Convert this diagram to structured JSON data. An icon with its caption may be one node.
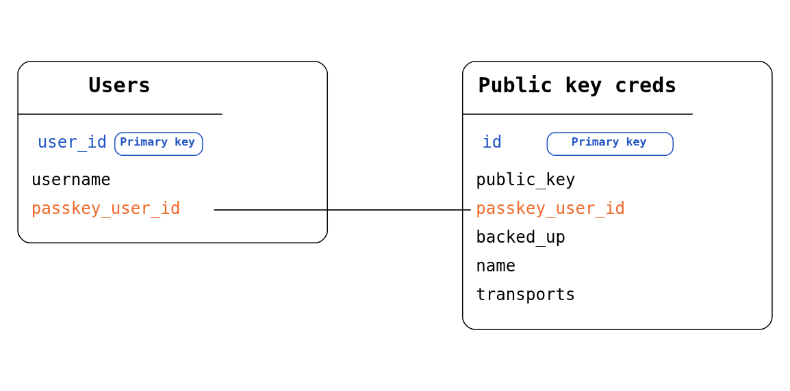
{
  "diagram": {
    "nodes": [
      {
        "text": [
          "Users",
          "user_id",
          "Primary key",
          "username",
          "passkey_user_id"
        ]
      },
      {
        "text": [
          "Public key creds",
          "id",
          "Primary key",
          "public_key",
          "passkey_user_id",
          "backed_up",
          "name",
          "transports"
        ]
      }
    ],
    "edges": [
      {
        "from": 0,
        "to": 1,
        "arrow": "none"
      }
    ]
  }
}
